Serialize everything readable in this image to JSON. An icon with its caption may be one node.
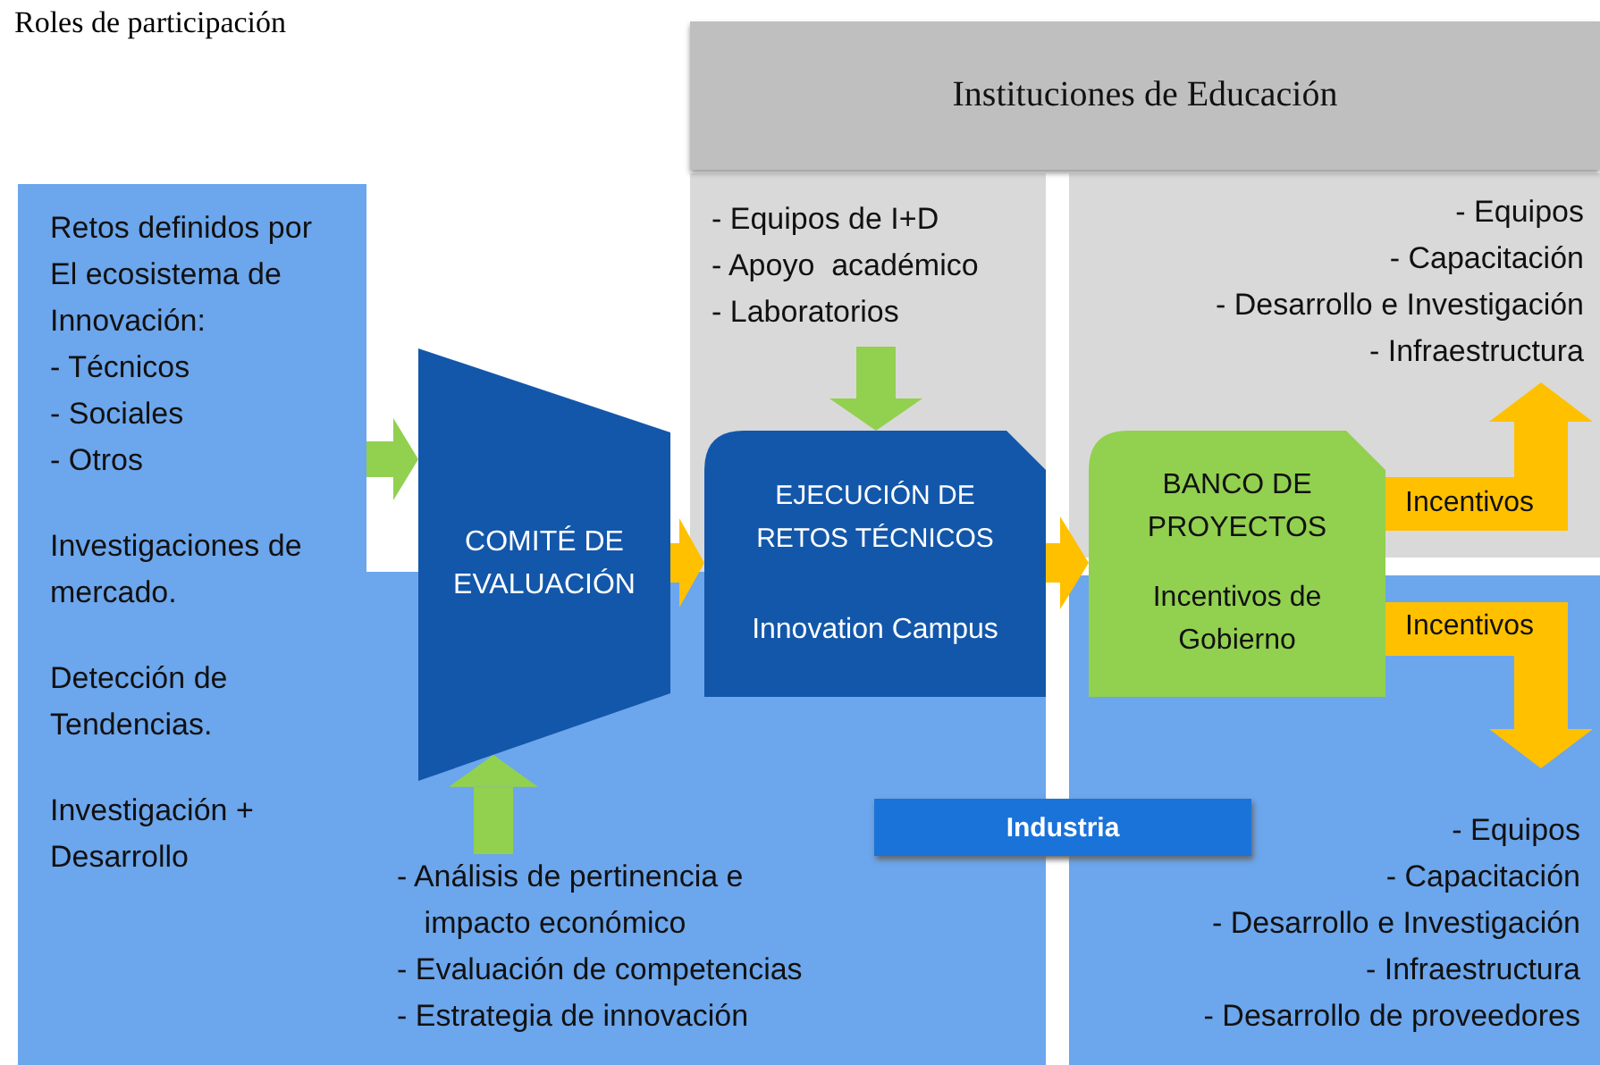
{
  "diagram": {
    "title": "Roles de participación",
    "nodes": [
      {
        "text": [
          "Retos definidos por El ecosistema de Innovación:",
          "- Técnicos",
          "- Sociales",
          "- Otros",
          "Investigaciones de mercado.",
          "Detección de Tendencias.",
          "Investigación + Desarrollo"
        ]
      },
      {
        "text": [
          "COMITÉ DE EVALUACIÓN"
        ]
      },
      {
        "text": [
          "- Equipos de I+D",
          "- Apoyo  académico",
          "- Laboratorios"
        ]
      },
      {
        "text": [
          "EJECUCIÓN DE RETOS TÉCNICOS",
          "Innovation Campus"
        ]
      },
      {
        "text": [
          "BANCO DE PROYECTOS",
          "Incentivos de Gobierno"
        ]
      },
      {
        "text": [
          "- Equipos",
          "- Capacitación",
          "- Desarrollo e Investigación",
          "- Infraestructura"
        ]
      },
      {
        "text": [
          "- Equipos",
          "- Capacitación",
          "- Desarrollo e Investigación",
          "- Infraestructura",
          "- Desarrollo de proveedores"
        ]
      },
      {
        "text": [
          "- Análisis de pertinencia e impacto económico",
          "- Evaluación de competencias",
          "- Estrategia de innovación"
        ]
      },
      {
        "text": [
          "Instituciones de Educación"
        ]
      },
      {
        "text": [
          "Industria"
        ]
      }
    ],
    "edges": [
      {
        "from": 0,
        "to": 1,
        "arrow": "to",
        "color": "#92d050"
      },
      {
        "from": 7,
        "to": 1,
        "arrow": "to",
        "color": "#92d050"
      },
      {
        "from": 2,
        "to": 3,
        "arrow": "to",
        "color": "#92d050"
      },
      {
        "from": 1,
        "to": 3,
        "arrow": "to",
        "color": "#ffc000"
      },
      {
        "from": 3,
        "to": 4,
        "arrow": "to",
        "color": "#ffc000"
      },
      {
        "from": 4,
        "to": 5,
        "label": "Incentivos",
        "arrow": "to",
        "color": "#ffc000"
      },
      {
        "from": 4,
        "to": 6,
        "label": "Incentivos",
        "arrow": "to",
        "color": "#ffc000"
      }
    ]
  }
}
